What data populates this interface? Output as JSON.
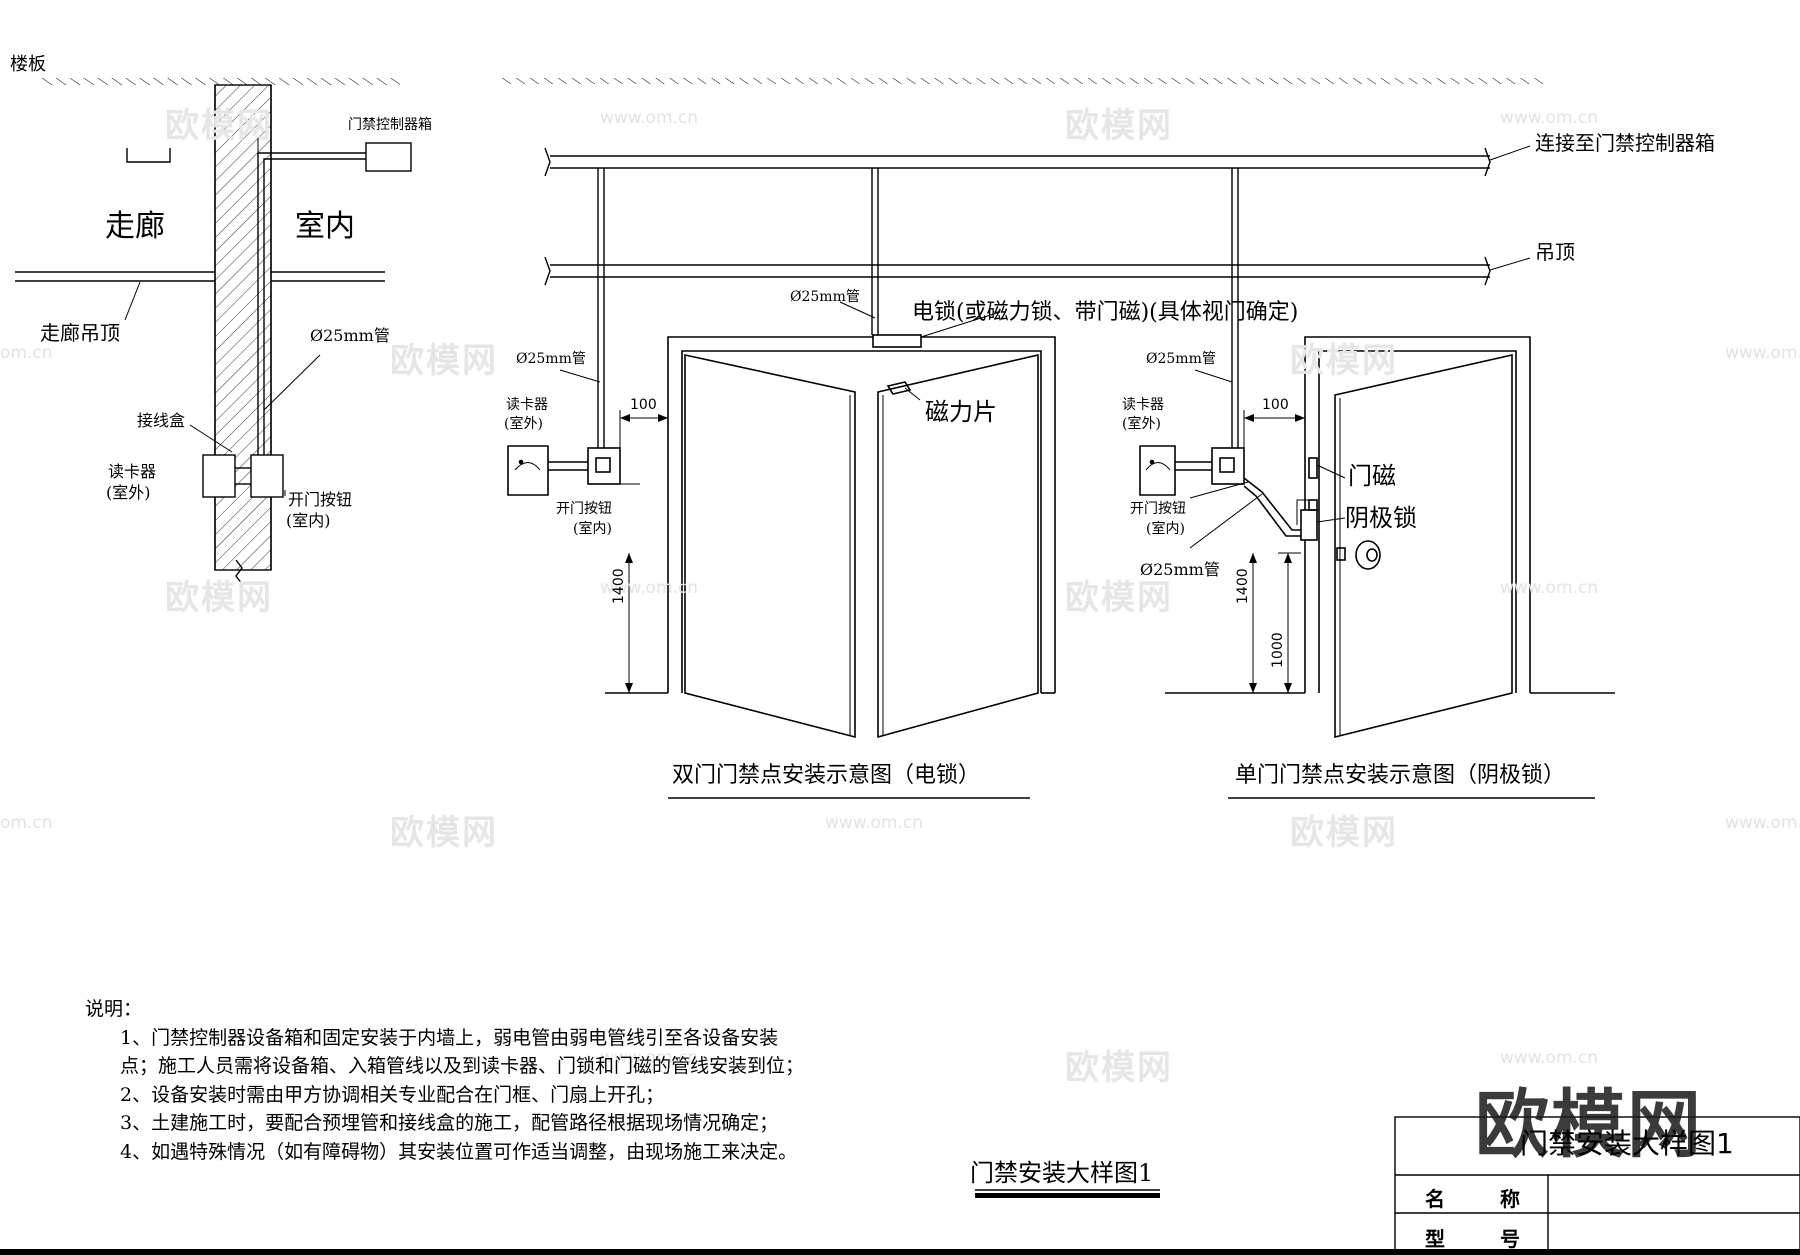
{
  "left_section": {
    "floor_label": "楼板",
    "corridor_label": "走廊",
    "indoor_label": "室内",
    "ceiling_label": "走廊吊顶",
    "controller_box_label": "门禁控制器箱",
    "pipe_label": "Ø25mm管",
    "junction_box_label": "接线盒",
    "card_reader_label": "读卡器",
    "card_reader_sub": "(室外)",
    "exit_button_label": "开门按钮",
    "exit_button_sub": "(室内)"
  },
  "double_door": {
    "pipe_top_label": "Ø25mm管",
    "lock_label": "电锁(或磁力锁、带门磁)(具体视门确定)",
    "pipe_side_label": "Ø25mm管",
    "card_reader_label": "读卡器",
    "card_reader_sub": "(室外)",
    "exit_button_label": "开门按钮",
    "exit_button_sub": "(室内)",
    "dim_offset": "100",
    "dim_height": "1400",
    "magnet_label": "磁力片",
    "caption": "双门门禁点安装示意图（电锁）"
  },
  "single_door": {
    "pipe_side_label": "Ø25mm管",
    "card_reader_label": "读卡器",
    "card_reader_sub": "(室外)",
    "exit_button_label": "开门按钮",
    "exit_button_sub": "(室内)",
    "pipe_bottom_label": "Ø25mm管",
    "dim_offset": "100",
    "dim_height": "1400",
    "dim_height_2": "1000",
    "door_contact_label": "门磁",
    "strike_lock_label": "阴极锁",
    "caption": "单门门禁点安装示意图（阴极锁）"
  },
  "top_labels": {
    "connect_label": "连接至门禁控制器箱",
    "ceiling_label": "吊顶"
  },
  "notes": {
    "title": "说明：",
    "item1_line1": "1、门禁控制器设备箱和固定安装于内墙上，弱电管由弱电管线引至各设备安装",
    "item1_line2": "点；施工人员需将设备箱、入箱管线以及到读卡器、门锁和门磁的管线安装到位；",
    "item2": "2、设备安装时需由甲方协调相关专业配合在门框、门扇上开孔；",
    "item3": "3、土建施工时，要配合预埋管和接线盒的施工，配管路径根据现场情况确定；",
    "item4": "4、如遇特殊情况（如有障碍物）其安装位置可作适当调整，由现场施工来决定。"
  },
  "drawing_title": "门禁安装大样图1",
  "title_block": {
    "title": "门禁安装大样图1",
    "name_label": "名 称",
    "model_label": "型 号"
  },
  "watermarks": {
    "brand": "欧模网",
    "url": "www.om.cn",
    "url_fragment": "om.cn"
  }
}
